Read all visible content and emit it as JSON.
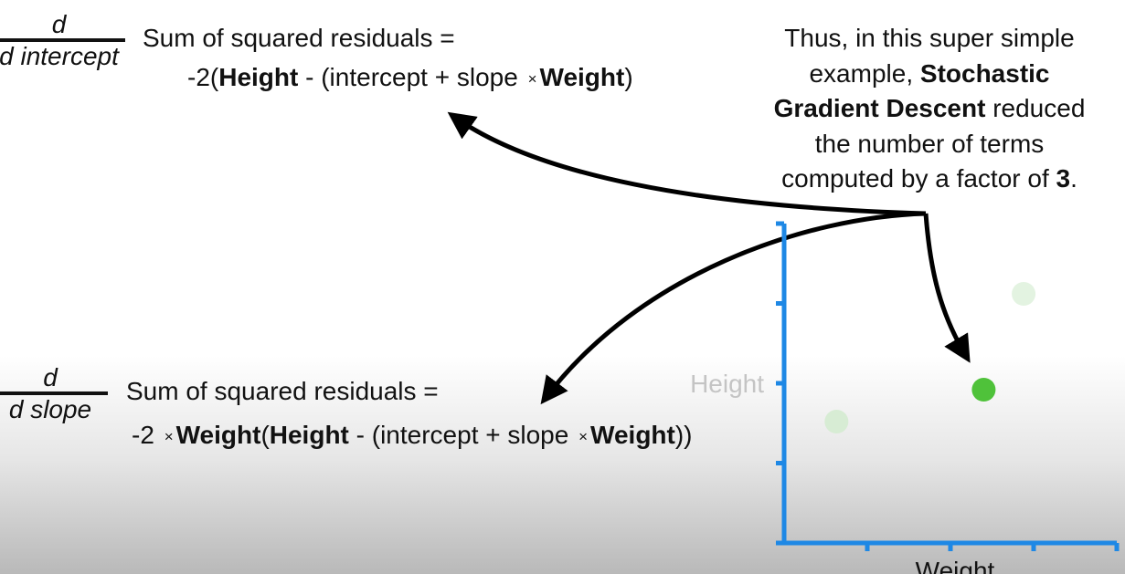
{
  "eq1": {
    "numerator": "d",
    "denominator": "d intercept",
    "lhs": "Sum of squared residuals =",
    "rhs": {
      "p1": "-2(",
      "b1": "Height",
      "p2": " - (intercept + slope ",
      "times": "×",
      "b2": "Weight",
      "p3": ")"
    }
  },
  "eq2": {
    "numerator": "d",
    "denominator": "d slope",
    "lhs": "Sum of squared residuals =",
    "rhs": {
      "p0": "-2 ",
      "times1": "×",
      "b0": "Weight",
      "p1": "(",
      "b1": "Height",
      "p2": " - (intercept + slope ",
      "times2": "×",
      "b2": "Weight",
      "p3": "))"
    }
  },
  "note": {
    "l1": "Thus, in this super simple",
    "l2a": "example, ",
    "l2b": "Stochastic",
    "l3a": "Gradient Descent",
    "l3b": " reduced",
    "l4": "the number of terms",
    "l5a": "computed by a factor of ",
    "l5b": "3",
    "l5c": "."
  },
  "chart_data": {
    "type": "scatter",
    "xlabel": "Weight",
    "ylabel": "Height",
    "xlim": [
      0,
      4
    ],
    "ylim": [
      0,
      4
    ],
    "grid": false,
    "x_ticks": 4,
    "y_ticks": 4,
    "points": [
      {
        "x": 0.63,
        "y": 1.52,
        "color": "#d7ecd4",
        "highlight": false
      },
      {
        "x": 2.4,
        "y": 1.92,
        "color": "#4fc23a",
        "highlight": true
      },
      {
        "x": 2.88,
        "y": 3.12,
        "color": "#e3f3e1",
        "highlight": false
      }
    ],
    "axis_color": "#1e88e5",
    "ylabel_color": "#c4c4c4"
  }
}
